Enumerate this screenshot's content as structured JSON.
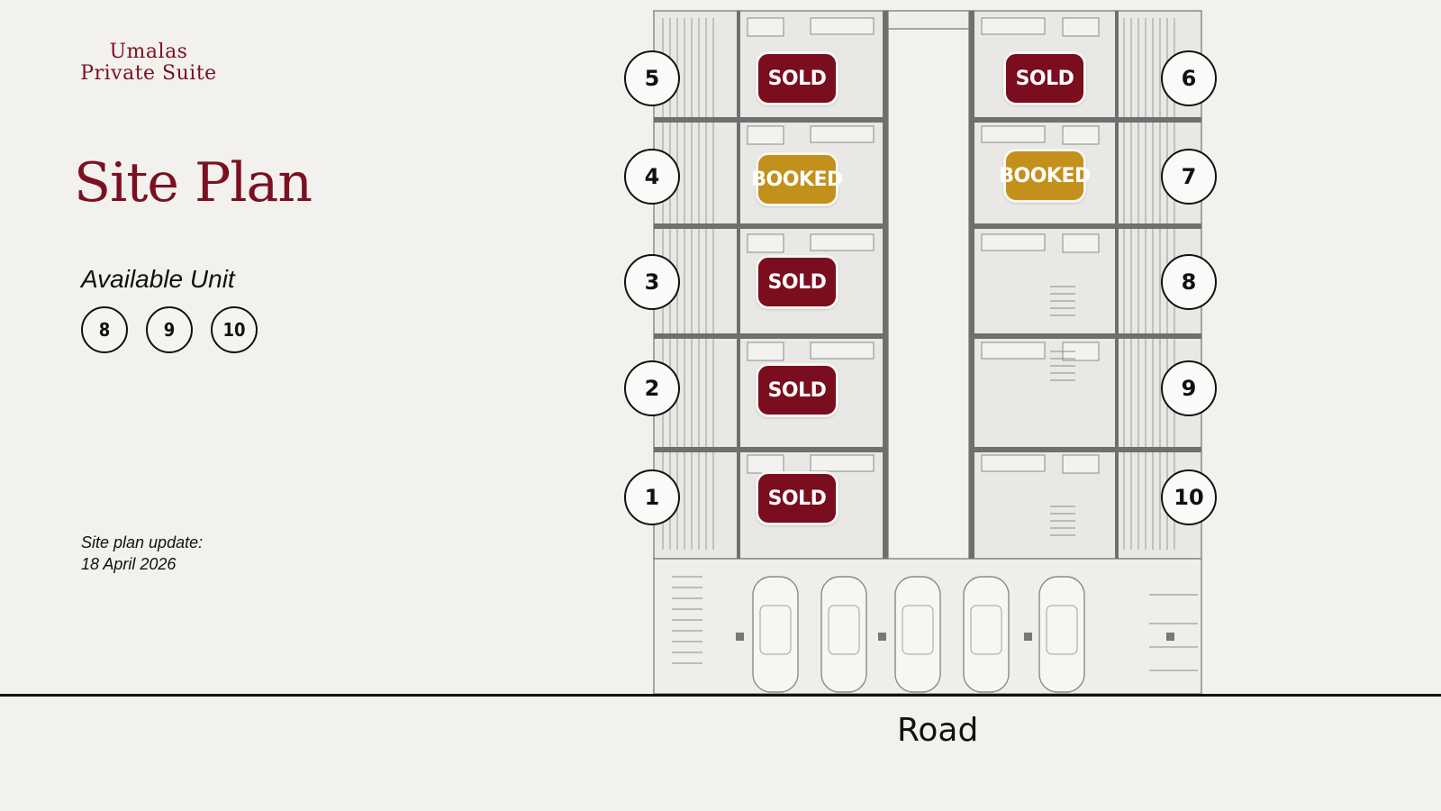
{
  "brand": {
    "line1": "Umalas",
    "line2": "Private Suite"
  },
  "title": "Site Plan",
  "available": {
    "label": "Available Unit",
    "units": [
      "8",
      "9",
      "10"
    ]
  },
  "update": {
    "line1": "Site plan update:",
    "line2": "18 April 2026"
  },
  "units": [
    {
      "number": "5",
      "status": "SOLD"
    },
    {
      "number": "6",
      "status": "SOLD"
    },
    {
      "number": "4",
      "status": "BOOKED"
    },
    {
      "number": "7",
      "status": "BOOKED"
    },
    {
      "number": "3",
      "status": "SOLD"
    },
    {
      "number": "8",
      "status": ""
    },
    {
      "number": "2",
      "status": "SOLD"
    },
    {
      "number": "9",
      "status": ""
    },
    {
      "number": "1",
      "status": "SOLD"
    },
    {
      "number": "10",
      "status": ""
    }
  ],
  "road_label": "Road",
  "colors": {
    "sold": "#7a0d1e",
    "booked": "#c4901c",
    "brand": "#7a1020"
  }
}
